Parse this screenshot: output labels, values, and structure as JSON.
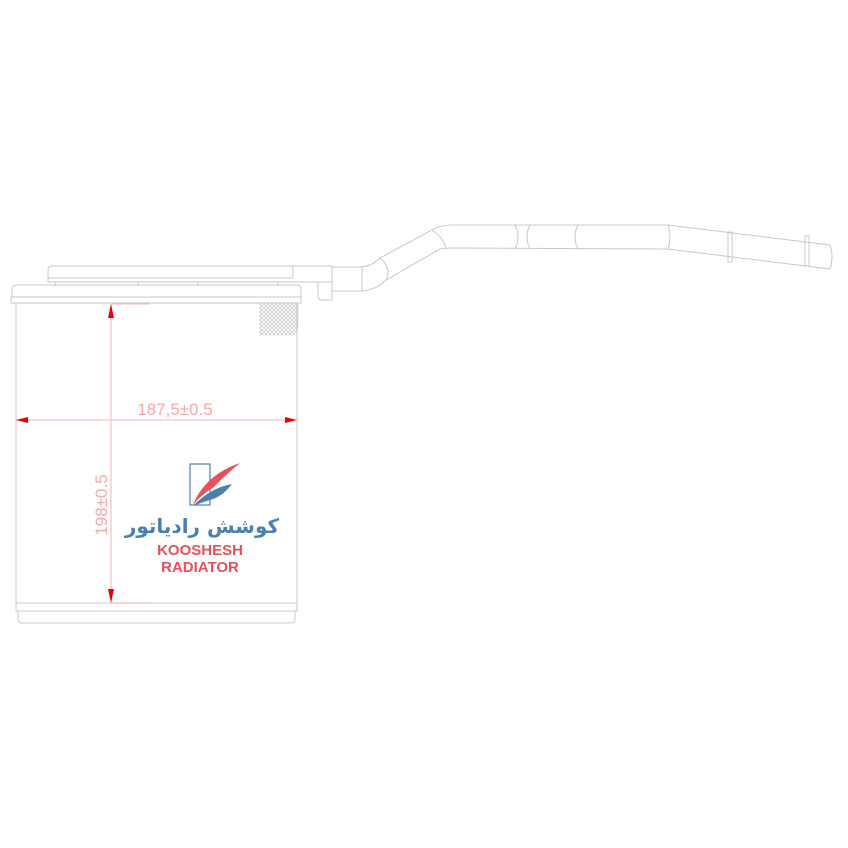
{
  "drawing": {
    "dimension_width": "187,5±0.5",
    "dimension_height": "198±0.5"
  },
  "logo": {
    "persian_name": "کوشش رادیاتور",
    "line1": "KOOSHESH",
    "line2": "RADIATOR",
    "red": "#e8505b",
    "blue": "#4a7fb0"
  }
}
